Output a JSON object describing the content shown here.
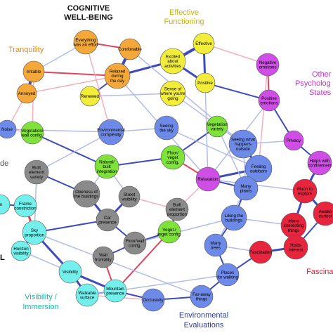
{
  "groups": {
    "cognitive": {
      "label_lines": [
        "COGNITIVE",
        "WELL-BEING"
      ],
      "text_color": "#111111"
    },
    "effective": {
      "label_lines": [
        "Effective",
        "Functioning"
      ],
      "text_color": "#c8b400"
    },
    "tranquility": {
      "label_lines": [
        "Tranquility"
      ],
      "text_color": "#e08a1e"
    },
    "other_psych": {
      "label_lines": [
        "Other",
        "Psycholog",
        "States"
      ],
      "text_color": "#cc2fcf"
    },
    "env_eval": {
      "label_lines": [
        "Environmental",
        "Evaluations"
      ],
      "text_color": "#2b3d9a"
    },
    "visibility": {
      "label_lines": [
        "Visibility /",
        "Immersion"
      ],
      "text_color": "#1fb3a6"
    },
    "fascination": {
      "label_lines": [
        "Fascina"
      ],
      "text_color": "#e0203a"
    },
    "left_cut_de": {
      "label_lines": [
        "de"
      ],
      "text_color": "#555555"
    },
    "left_cut_l": {
      "label_lines": [
        "L"
      ],
      "text_color": "#000000"
    }
  },
  "colors": {
    "orange": "#f4a83a",
    "yellow": "#f2ec3a",
    "magenta": "#cf4fe6",
    "blue": "#6e8ae8",
    "green": "#7fe23a",
    "gray": "#8a8a8a",
    "cyan": "#74f0ec",
    "red": "#e8253f",
    "edge_blue": "#2a38b8",
    "edge_red": "#e0304a",
    "edge_light_blue": "#a9b6e6",
    "edge_light_red": "#f1a8b6"
  },
  "nodes": [
    {
      "id": "everything-effort",
      "color": "orange",
      "label_lines": [
        "Everything",
        "was an effort"
      ]
    },
    {
      "id": "comfortable",
      "color": "orange",
      "label_lines": [
        "Comfortable"
      ]
    },
    {
      "id": "irritable",
      "color": "orange",
      "label_lines": [
        "Irritable"
      ]
    },
    {
      "id": "relaxed",
      "color": "orange",
      "label_lines": [
        "Relaxed",
        "during",
        "the day"
      ]
    },
    {
      "id": "annoyed",
      "color": "orange",
      "label_lines": [
        "Annoyed"
      ]
    },
    {
      "id": "renewed",
      "color": "yellow",
      "label_lines": [
        "Renewed"
      ]
    },
    {
      "id": "excited",
      "color": "yellow",
      "label_lines": [
        "Excited",
        "about",
        "activities"
      ]
    },
    {
      "id": "effective",
      "color": "yellow",
      "label_lines": [
        "Effective"
      ]
    },
    {
      "id": "positive",
      "color": "yellow",
      "label_lines": [
        "Positive"
      ]
    },
    {
      "id": "sense-where-going",
      "color": "yellow",
      "label_lines": [
        "Sense of",
        "where you're",
        "going"
      ]
    },
    {
      "id": "negative-emotions",
      "color": "magenta",
      "label_lines": [
        "Negative",
        "emotions"
      ]
    },
    {
      "id": "positive-emotions",
      "color": "magenta",
      "label_lines": [
        "Positive",
        "emotions"
      ]
    },
    {
      "id": "privacy",
      "color": "magenta",
      "label_lines": [
        "Privacy"
      ]
    },
    {
      "id": "helps-confinement",
      "color": "magenta",
      "label_lines": [
        "Helps with",
        "confinement"
      ]
    },
    {
      "id": "relaxation",
      "color": "magenta",
      "label_lines": [
        "Relaxation"
      ]
    },
    {
      "id": "noise",
      "color": "blue",
      "label_lines": [
        "Noise"
      ]
    },
    {
      "id": "env-complexity",
      "color": "blue",
      "label_lines": [
        "Environmental",
        "complexity"
      ]
    },
    {
      "id": "seeing-sky",
      "color": "blue",
      "label_lines": [
        "Seeing",
        "the sky"
      ]
    },
    {
      "id": "seeing-outside",
      "color": "blue",
      "label_lines": [
        "Seeing what",
        "happens",
        "outside"
      ]
    },
    {
      "id": "feeling-outdoors",
      "color": "blue",
      "label_lines": [
        "Feeling",
        "outdoors"
      ]
    },
    {
      "id": "many-plants",
      "color": "blue",
      "label_lines": [
        "Many",
        "plants"
      ]
    },
    {
      "id": "liking-buildings",
      "color": "blue",
      "label_lines": [
        "Liking the",
        "buildings"
      ]
    },
    {
      "id": "many-trees",
      "color": "blue",
      "label_lines": [
        "Many",
        "trees"
      ]
    },
    {
      "id": "places-walking",
      "color": "blue",
      "label_lines": [
        "Places",
        "for walking"
      ]
    },
    {
      "id": "far-away",
      "color": "blue",
      "label_lines": [
        "Far-away",
        "things"
      ]
    },
    {
      "id": "occlusivity",
      "color": "blue",
      "label_lines": [
        "Occlusivity"
      ]
    },
    {
      "id": "vegetation-wall",
      "color": "green",
      "label_lines": [
        "Vegetation/",
        "wall config."
      ]
    },
    {
      "id": "vegetation-variety",
      "color": "green",
      "label_lines": [
        "Vegetation",
        "variety"
      ]
    },
    {
      "id": "floor-veget",
      "color": "green",
      "label_lines": [
        "Floor/",
        "veget",
        "config."
      ]
    },
    {
      "id": "natural-built",
      "color": "green",
      "label_lines": [
        "Natural/",
        "built",
        "integration"
      ]
    },
    {
      "id": "veget-config",
      "color": "green",
      "label_lines": [
        "Veget./",
        "veget config."
      ]
    },
    {
      "id": "built-variety",
      "color": "gray",
      "label_lines": [
        "Built",
        "element",
        "variety"
      ]
    },
    {
      "id": "openness",
      "color": "gray",
      "label_lines": [
        "Openess of",
        "the buildings"
      ]
    },
    {
      "id": "street-visibility",
      "color": "gray",
      "label_lines": [
        "Street",
        "visibility"
      ]
    },
    {
      "id": "car-presence",
      "color": "gray",
      "label_lines": [
        "Car",
        "presence"
      ]
    },
    {
      "id": "built-proportion",
      "color": "gray",
      "label_lines": [
        "Built",
        "element",
        "proportion"
      ]
    },
    {
      "id": "floor-wall",
      "color": "gray",
      "label_lines": [
        "Floor/wall",
        "config."
      ]
    },
    {
      "id": "wall-frontality",
      "color": "gray",
      "label_lines": [
        "Wall",
        "frontality"
      ]
    },
    {
      "id": "cut-left",
      "color": "cyan",
      "label_lines": [
        "on"
      ]
    },
    {
      "id": "frame-constriction",
      "color": "cyan",
      "label_lines": [
        "Frame",
        "constriction"
      ]
    },
    {
      "id": "sky-proportion",
      "color": "cyan",
      "label_lines": [
        "Sky",
        "proportion"
      ]
    },
    {
      "id": "horizon-visibility",
      "color": "cyan",
      "label_lines": [
        "Horizon",
        "visibility"
      ]
    },
    {
      "id": "visibility",
      "color": "cyan",
      "label_lines": [
        "Visibility"
      ]
    },
    {
      "id": "walkable-surface",
      "color": "cyan",
      "label_lines": [
        "Walkable",
        "surface"
      ]
    },
    {
      "id": "mountain-presence",
      "color": "cyan",
      "label_lines": [
        "Mountain",
        "presence"
      ]
    },
    {
      "id": "much-explore",
      "color": "red",
      "label_lines": [
        "Much to",
        "explore"
      ]
    },
    {
      "id": "awake-curiosity",
      "color": "red",
      "label_lines": [
        "Awake",
        "curiosi"
      ]
    },
    {
      "id": "many-interesting",
      "color": "red",
      "label_lines": [
        "Many",
        "interesting",
        "things"
      ]
    },
    {
      "id": "holds-interest",
      "color": "red",
      "label_lines": [
        "Holds",
        "interest"
      ]
    },
    {
      "id": "fascination",
      "color": "red",
      "label_lines": [
        "Fascination"
      ]
    }
  ],
  "edges": [
    [
      "relaxed",
      "comfortable",
      "edge_blue",
      4
    ],
    [
      "relaxed",
      "excited",
      "edge_blue",
      3
    ],
    [
      "excited",
      "effective",
      "edge_blue",
      4
    ],
    [
      "excited",
      "positive",
      "edge_blue",
      3
    ],
    [
      "effective",
      "positive",
      "edge_blue",
      3
    ],
    [
      "irritable",
      "annoyed",
      "edge_blue",
      4
    ],
    [
      "relaxed",
      "renewed",
      "edge_blue",
      2
    ],
    [
      "comfortable",
      "everything-effort",
      "edge_red",
      2
    ],
    [
      "irritable",
      "relaxed",
      "edge_red",
      2
    ],
    [
      "everything-effort",
      "irritable",
      "edge_light_blue",
      1.5
    ],
    [
      "annoyed",
      "relaxed",
      "edge_light_red",
      1.5
    ],
    [
      "negative-emotions",
      "positive-emotions",
      "edge_red",
      2
    ],
    [
      "positive-emotions",
      "positive",
      "edge_blue",
      2
    ],
    [
      "positive-emotions",
      "privacy",
      "edge_blue",
      2
    ],
    [
      "privacy",
      "helps-confinement",
      "edge_blue",
      2
    ],
    [
      "helps-confinement",
      "much-explore",
      "edge_blue",
      3
    ],
    [
      "privacy",
      "seeing-outside",
      "edge_light_blue",
      1.5
    ],
    [
      "seeing-outside",
      "feeling-outdoors",
      "edge_blue",
      3
    ],
    [
      "feeling-outdoors",
      "relaxation",
      "edge_blue",
      3
    ],
    [
      "relaxation",
      "many-plants",
      "edge_blue",
      2
    ],
    [
      "many-plants",
      "liking-buildings",
      "edge_blue",
      2
    ],
    [
      "liking-buildings",
      "many-trees",
      "edge_blue",
      2
    ],
    [
      "many-trees",
      "places-walking",
      "edge_blue",
      2
    ],
    [
      "places-walking",
      "far-away",
      "edge_blue",
      2
    ],
    [
      "far-away",
      "occlusivity",
      "edge_blue",
      2
    ],
    [
      "much-explore",
      "awake-curiosity",
      "edge_blue",
      3
    ],
    [
      "many-interesting",
      "holds-interest",
      "edge_blue",
      3
    ],
    [
      "holds-interest",
      "fascination",
      "edge_blue",
      3
    ],
    [
      "much-explore",
      "many-interesting",
      "edge_blue",
      3
    ],
    [
      "awake-curiosity",
      "holds-interest",
      "edge_blue",
      2
    ],
    [
      "fascination",
      "places-walking",
      "edge_blue",
      2
    ],
    [
      "relaxation",
      "floor-veget",
      "edge_red",
      2
    ],
    [
      "relaxation",
      "built-proportion",
      "edge_light_red",
      1.5
    ],
    [
      "vegetation-wall",
      "natural-built",
      "edge_blue",
      2
    ],
    [
      "natural-built",
      "floor-veget",
      "edge_blue",
      2
    ],
    [
      "vegetation-variety",
      "floor-veget",
      "edge_blue",
      2
    ],
    [
      "natural-built",
      "street-visibility",
      "edge_light_blue",
      1.5
    ],
    [
      "built-variety",
      "openness",
      "edge_blue",
      2
    ],
    [
      "openness",
      "car-presence",
      "edge_blue",
      3
    ],
    [
      "street-visibility",
      "car-presence",
      "edge_blue",
      3
    ],
    [
      "car-presence",
      "floor-wall",
      "edge_blue",
      2
    ],
    [
      "floor-wall",
      "veget-config",
      "edge_blue",
      2
    ],
    [
      "built-proportion",
      "veget-config",
      "edge_blue",
      2
    ],
    [
      "floor-wall",
      "wall-frontality",
      "edge_blue",
      2
    ],
    [
      "cut-left",
      "frame-constriction",
      "edge_blue",
      2
    ],
    [
      "frame-constriction",
      "sky-proportion",
      "edge_red",
      3
    ],
    [
      "sky-proportion",
      "horizon-visibility",
      "edge_blue",
      2
    ],
    [
      "sky-proportion",
      "visibility",
      "edge_blue",
      3
    ],
    [
      "visibility",
      "walkable-surface",
      "edge_blue",
      3
    ],
    [
      "walkable-surface",
      "mountain-presence",
      "edge_blue",
      2
    ],
    [
      "mountain-presence",
      "occlusivity",
      "edge_blue",
      2
    ],
    [
      "visibility",
      "mountain-presence",
      "edge_blue",
      3
    ],
    [
      "sky-proportion",
      "car-presence",
      "edge_blue",
      2
    ],
    [
      "sky-proportion",
      "built-variety",
      "edge_light_blue",
      1.5
    ],
    [
      "wall-frontality",
      "mountain-presence",
      "edge_red",
      2
    ],
    [
      "veget-config",
      "mountain-presence",
      "edge_red",
      2
    ],
    [
      "noise",
      "vegetation-wall",
      "edge_light_red",
      1.5
    ],
    [
      "noise",
      "env-complexity",
      "edge_light_blue",
      1.5
    ],
    [
      "env-complexity",
      "seeing-sky",
      "edge_light_blue",
      1.5
    ],
    [
      "seeing-sky",
      "feeling-outdoors",
      "edge_light_blue",
      1.5
    ],
    [
      "renewed",
      "sense-where-going",
      "edge_light_blue",
      1.5
    ],
    [
      "sense-where-going",
      "seeing-outside",
      "edge_light_blue",
      1.5
    ],
    [
      "comfortable",
      "seeing-outside",
      "edge_light_blue",
      1.5
    ],
    [
      "relaxed",
      "relaxation",
      "edge_light_blue",
      1.5
    ],
    [
      "annoyed",
      "noise",
      "edge_light_red",
      1.5
    ],
    [
      "irritable",
      "vegetation-wall",
      "edge_light_red",
      1.5
    ],
    [
      "positive",
      "relaxation",
      "edge_light_blue",
      1.5
    ],
    [
      "positive-emotions",
      "relaxation",
      "edge_light_blue",
      1.5
    ],
    [
      "negative-emotions",
      "feeling-outdoors",
      "edge_light_red",
      1.5
    ],
    [
      "everything-effort",
      "env-complexity",
      "edge_light_red",
      1.5
    ],
    [
      "env-complexity",
      "built-variety",
      "edge_light_blue",
      1.5
    ],
    [
      "vegetation-variety",
      "many-plants",
      "edge_light_blue",
      1.5
    ],
    [
      "many-plants",
      "many-trees",
      "edge_light_blue",
      1.5
    ],
    [
      "liking-buildings",
      "floor-wall",
      "edge_light_blue",
      1.5
    ],
    [
      "horizon-visibility",
      "visibility",
      "edge_light_blue",
      1.5
    ],
    [
      "walkable-surface",
      "occlusivity",
      "edge_light_red",
      1.5
    ],
    [
      "far-away",
      "sky-proportion",
      "edge_light_blue",
      1.5
    ],
    [
      "much-explore",
      "relaxation",
      "edge_light_blue",
      1.5
    ],
    [
      "many-interesting",
      "liking-buildings",
      "edge_light_blue",
      1.5
    ],
    [
      "fascination",
      "many-trees",
      "edge_light_blue",
      1.5
    ],
    [
      "effective",
      "negative-emotions",
      "edge_light_red",
      1.5
    ],
    [
      "built-proportion",
      "street-visibility",
      "edge_light_red",
      1.5
    ],
    [
      "openness",
      "natural-built",
      "edge_light_blue",
      1.5
    ],
    [
      "seeing-outside",
      "many-plants",
      "edge_light_blue",
      1.5
    ],
    [
      "places-walking",
      "walkable-surface",
      "edge_light_blue",
      1.5
    ]
  ]
}
